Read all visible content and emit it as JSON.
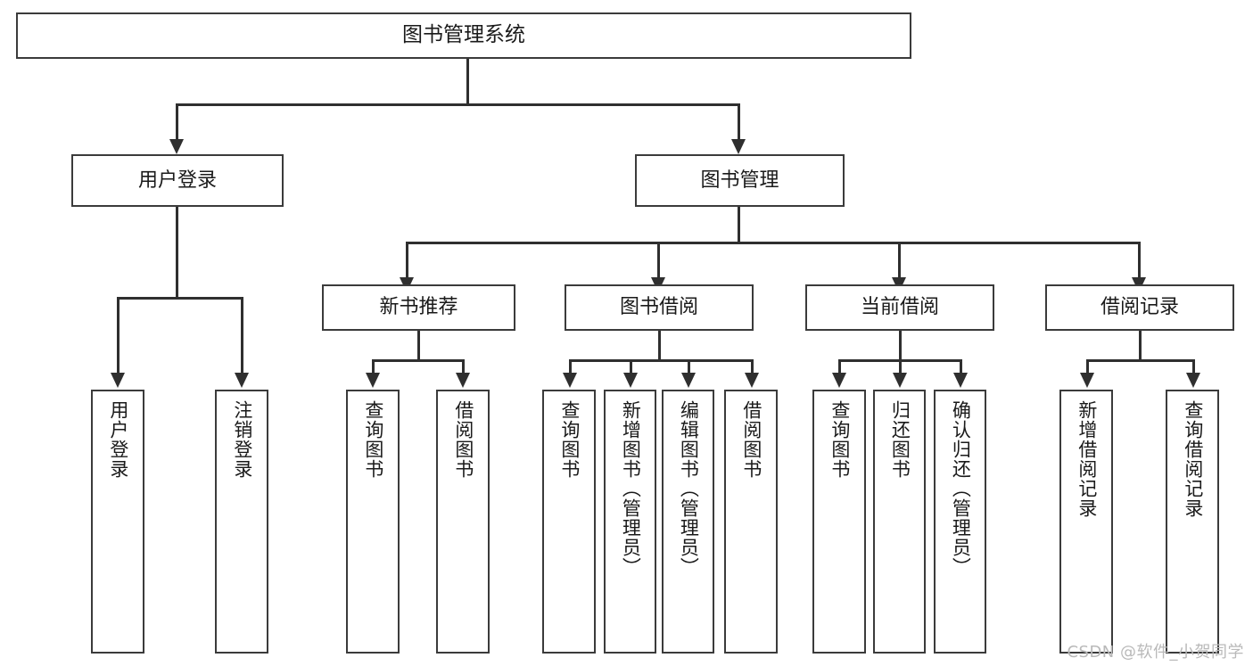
{
  "diagram": {
    "type": "tree-hierarchy",
    "title": "图书管理系统",
    "watermark": "CSDN @软件_小贺同学",
    "colors": {
      "background": "#ffffff",
      "box_border": "#3b3b3b",
      "connector": "#2f2f2f",
      "text": "#1a1a1a",
      "watermark": "#b9b9b9"
    },
    "levels": {
      "root": {
        "label": "图书管理系统"
      },
      "level2": [
        {
          "id": "user-login",
          "label": "用户登录"
        },
        {
          "id": "book-management",
          "label": "图书管理"
        }
      ],
      "level3": [
        {
          "id": "new-book-recommend",
          "label": "新书推荐",
          "parent": "book-management"
        },
        {
          "id": "book-borrow",
          "label": "图书借阅",
          "parent": "book-management"
        },
        {
          "id": "current-borrow",
          "label": "当前借阅",
          "parent": "book-management"
        },
        {
          "id": "borrow-record",
          "label": "借阅记录",
          "parent": "book-management"
        }
      ],
      "leaves": [
        {
          "id": "leaf-user-login",
          "label": "用户登录",
          "parent": "user-login"
        },
        {
          "id": "leaf-logout",
          "label": "注销登录",
          "parent": "user-login"
        },
        {
          "id": "leaf-query-book-1",
          "label": "查询图书",
          "parent": "new-book-recommend"
        },
        {
          "id": "leaf-borrow-book-1",
          "label": "借阅图书",
          "parent": "new-book-recommend"
        },
        {
          "id": "leaf-query-book-2",
          "label": "查询图书",
          "parent": "book-borrow"
        },
        {
          "id": "leaf-add-book",
          "label": "新增图书（管理员）",
          "parent": "book-borrow"
        },
        {
          "id": "leaf-edit-book",
          "label": "编辑图书（管理员）",
          "parent": "book-borrow"
        },
        {
          "id": "leaf-borrow-book-2",
          "label": "借阅图书",
          "parent": "book-borrow"
        },
        {
          "id": "leaf-query-book-3",
          "label": "查询图书",
          "parent": "current-borrow"
        },
        {
          "id": "leaf-return-book",
          "label": "归还图书",
          "parent": "current-borrow"
        },
        {
          "id": "leaf-confirm-return",
          "label": "确认归还（管理员）",
          "parent": "current-borrow"
        },
        {
          "id": "leaf-add-record",
          "label": "新增借阅记录",
          "parent": "borrow-record"
        },
        {
          "id": "leaf-query-record",
          "label": "查询借阅记录",
          "parent": "borrow-record"
        }
      ]
    }
  }
}
